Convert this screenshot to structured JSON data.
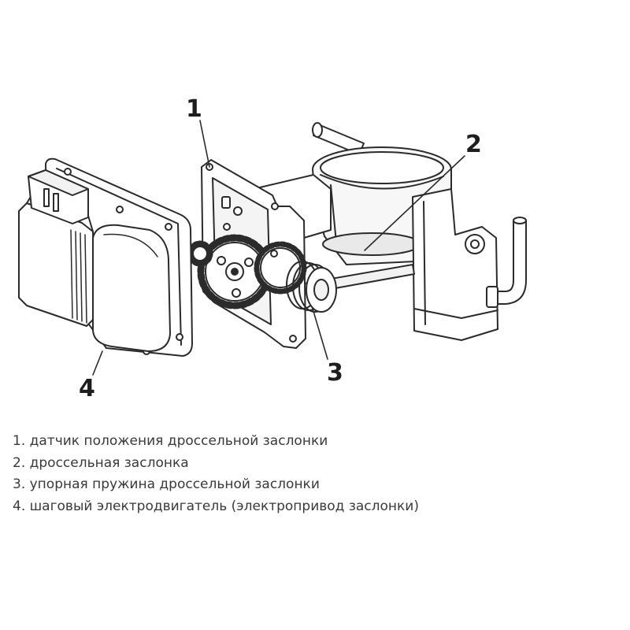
{
  "callouts": [
    {
      "label": "1"
    },
    {
      "label": "2"
    },
    {
      "label": "3"
    },
    {
      "label": "4"
    }
  ],
  "legend": {
    "items": [
      "1. датчик положения дроссельной заслонки",
      "2. дроссельная заслонка",
      "3. упорная пружина дроссельной заслонки",
      "4. шаговый электродвигатель (электропривод заслонки)"
    ]
  },
  "colors": {
    "line": "#2b2b2b",
    "text": "#3a3a3a",
    "background": "#ffffff"
  }
}
